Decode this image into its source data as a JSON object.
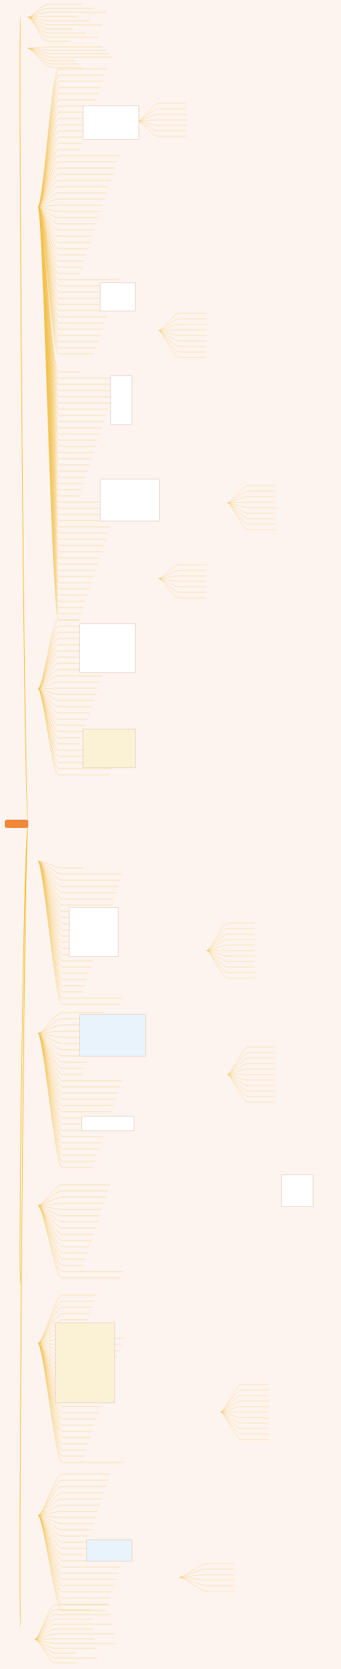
{
  "root": {
    "label": ""
  },
  "sections": [
    {
      "key": "s1",
      "label": ""
    },
    {
      "key": "s2",
      "label": ""
    },
    {
      "key": "s3",
      "label": ""
    },
    {
      "key": "s4",
      "label": ""
    }
  ],
  "colors": {
    "root": "#f0873a",
    "branch": "#f4b400",
    "leaf_line": "#f2c14e",
    "background": "#fdf4ef"
  }
}
